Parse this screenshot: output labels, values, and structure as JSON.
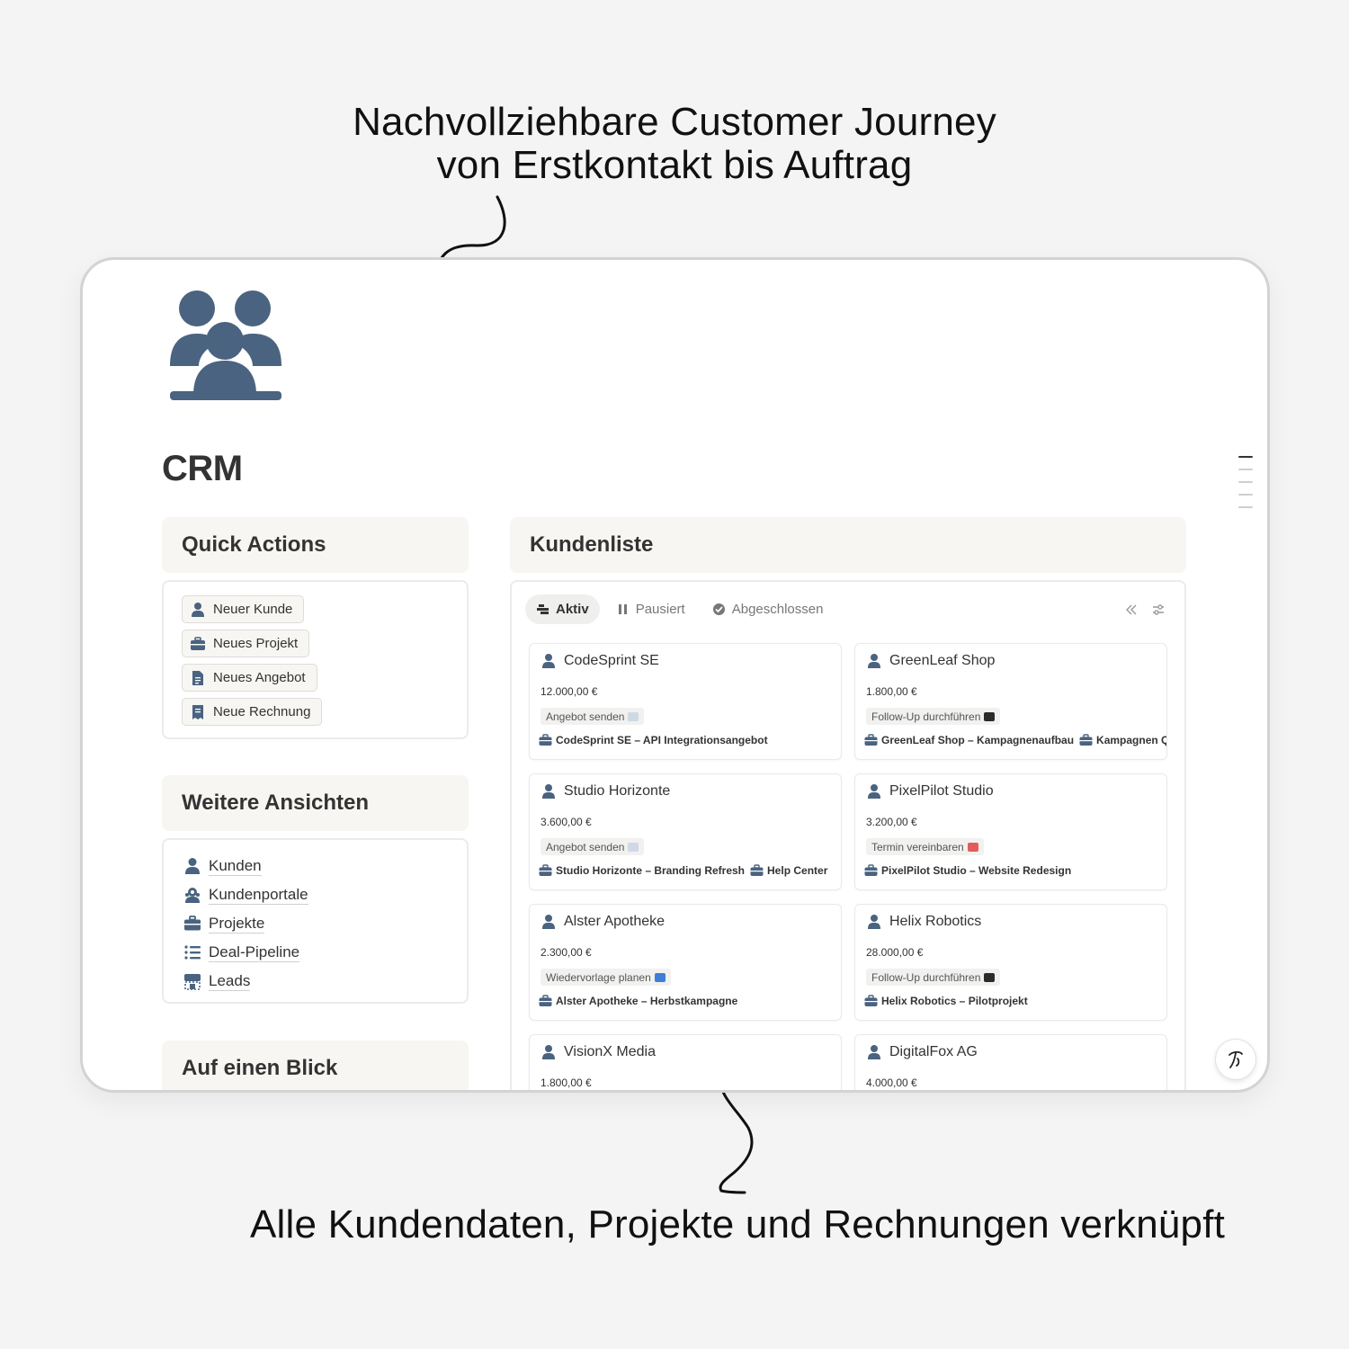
{
  "headline_top": [
    "Nachvollziehbare Customer Journey",
    "von Erstkontakt bis Auftrag"
  ],
  "headline_bottom": "Alle Kundendaten, Projekte und Rechnungen verknüpft",
  "page": {
    "title": "CRM",
    "icon": "people-group-icon",
    "accent": "#4a6380"
  },
  "quick_actions": {
    "heading": "Quick Actions",
    "buttons": [
      {
        "label": "Neuer Kunde",
        "icon": "person-icon"
      },
      {
        "label": "Neues Projekt",
        "icon": "briefcase-icon"
      },
      {
        "label": "Neues Angebot",
        "icon": "document-icon"
      },
      {
        "label": "Neue Rechnung",
        "icon": "receipt-icon"
      }
    ]
  },
  "views": {
    "heading": "Weitere Ansichten",
    "items": [
      {
        "label": "Kunden",
        "icon": "person-icon"
      },
      {
        "label": "Kundenportale",
        "icon": "portal-icon"
      },
      {
        "label": "Projekte",
        "icon": "briefcase-icon"
      },
      {
        "label": "Deal-Pipeline",
        "icon": "list-icon"
      },
      {
        "label": "Leads",
        "icon": "storefront-icon"
      }
    ]
  },
  "glance": {
    "heading": "Auf einen Blick"
  },
  "kundenliste": {
    "heading": "Kundenliste",
    "tabs": [
      {
        "label": "Aktiv",
        "active": true,
        "icon": "stack-icon"
      },
      {
        "label": "Pausiert",
        "active": false,
        "icon": "pause-icon"
      },
      {
        "label": "Abgeschlossen",
        "active": false,
        "icon": "check-circle-icon"
      }
    ],
    "cards": [
      {
        "name": "CodeSprint SE",
        "amount": "12.000,00 €",
        "status": "Angebot senden",
        "status_color": "#cfd9e6",
        "projects": [
          "CodeSprint SE – API Integrationsangebot"
        ]
      },
      {
        "name": "GreenLeaf Shop",
        "amount": "1.800,00 €",
        "status": "Follow-Up durchführen",
        "status_color": "#2b2b2b",
        "projects": [
          "GreenLeaf Shop – Kampagnenaufbau",
          "Kampagnen Q"
        ]
      },
      {
        "name": "Studio Horizonte",
        "amount": "3.600,00 €",
        "status": "Angebot senden",
        "status_color": "#cfd9e6",
        "projects": [
          "Studio Horizonte – Branding Refresh",
          "Help Center"
        ]
      },
      {
        "name": "PixelPilot Studio",
        "amount": "3.200,00 €",
        "status": "Termin vereinbaren",
        "status_color": "#e25c5c",
        "projects": [
          "PixelPilot Studio – Website Redesign"
        ]
      },
      {
        "name": "Alster Apotheke",
        "amount": "2.300,00 €",
        "status": "Wiedervorlage planen",
        "status_color": "#3d7fd6",
        "projects": [
          "Alster Apotheke – Herbstkampagne"
        ]
      },
      {
        "name": "Helix Robotics",
        "amount": "28.000,00 €",
        "status": "Follow-Up durchführen",
        "status_color": "#2b2b2b",
        "projects": [
          "Helix Robotics – Pilotprojekt"
        ]
      },
      {
        "name": "VisionX Media",
        "amount": "1.800,00 €",
        "status": "",
        "status_color": "#cfd9e6",
        "projects": []
      },
      {
        "name": "DigitalFox AG",
        "amount": "4.000,00 €",
        "status": "",
        "status_color": "#cfd9e6",
        "projects": []
      }
    ]
  }
}
